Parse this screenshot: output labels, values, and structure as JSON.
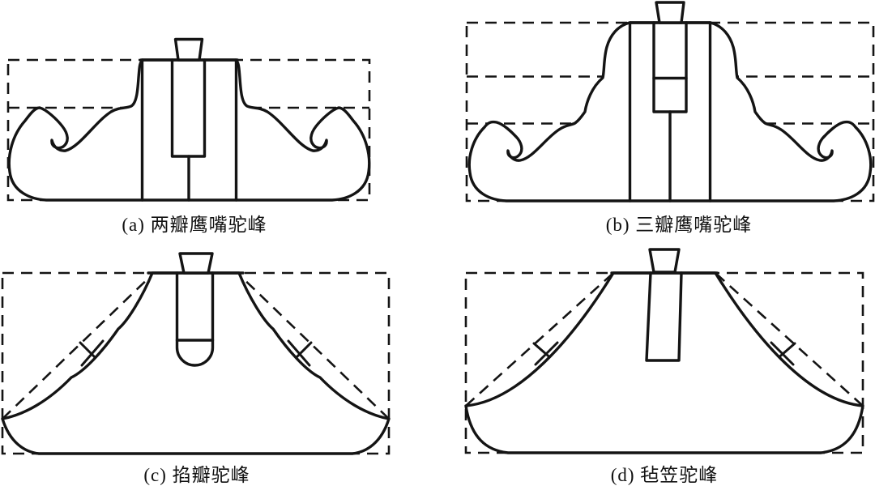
{
  "figure": {
    "background": "#ffffff",
    "line_color": "#141414",
    "panels": [
      {
        "id": "a",
        "caption": "(a) 两瓣鹰嘴驼峰"
      },
      {
        "id": "b",
        "caption": "(b) 三瓣鹰嘴驼峰"
      },
      {
        "id": "c",
        "caption": "(c) 掐瓣驼峰"
      },
      {
        "id": "d",
        "caption": "(d) 毡笠驼峰"
      }
    ]
  }
}
